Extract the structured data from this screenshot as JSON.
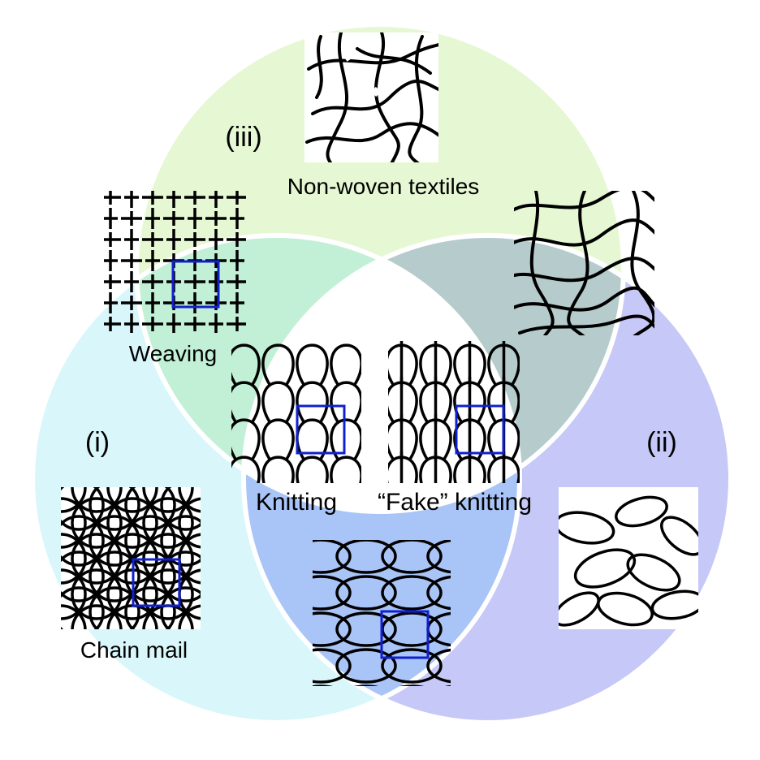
{
  "labels": {
    "region_i": "(i)",
    "region_ii": "(ii)",
    "region_iii": "(iii)",
    "non_woven": "Non-woven textiles",
    "weaving": "Weaving",
    "knitting": "Knitting",
    "fake_knitting": "“Fake” knitting",
    "chain_mail": "Chain mail"
  },
  "colors": {
    "circle_i": "#d9f7fb",
    "circle_ii": "#c6c8f7",
    "circle_iii": "#e6f8d3",
    "overlap_i_iii": "#c2f0d6",
    "overlap_ii_iii": "#b6cbcc",
    "overlap_i_ii": "#a9c4f6",
    "center": "#ffffff",
    "unit_cell": "#1020d0",
    "strand": "#000000"
  }
}
